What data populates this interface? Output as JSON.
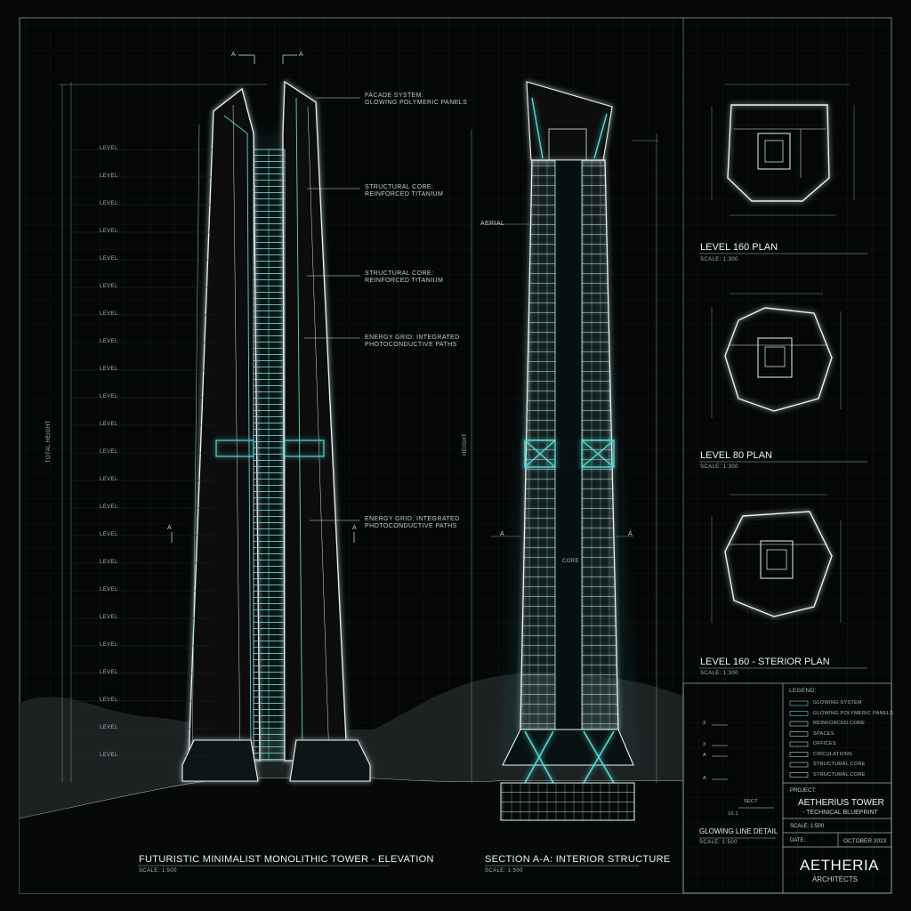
{
  "elevation": {
    "caption": "FUTURISTIC MINIMALIST MONOLITHIC TOWER - ELEVATION",
    "scale": "SCALE: 1:500",
    "section_mark": "A",
    "callouts": [
      {
        "line1": "FACADE SYSTEM:",
        "line2": "GLOWING POLYMERIC PANELS"
      },
      {
        "line1": "STRUCTURAL CORE:",
        "line2": "REINFORCED TITANIUM"
      },
      {
        "line1": "STRUCTURAL CORE:",
        "line2": "REINFORCED TITANIUM"
      },
      {
        "line1": "ENERGY GRID: INTEGRATED",
        "line2": "PHOTOCONDUCTIVE PATHS"
      },
      {
        "line1": "ENERGY GRID: INTEGRATED",
        "line2": "PHOTOCONDUCTIVE PATHS"
      }
    ],
    "dimension_label": "TOTAL HEIGHT",
    "level_label": "LEVEL"
  },
  "section": {
    "caption": "SECTION A-A: INTERIOR STRUCTURE",
    "scale": "SCALE: 1:500",
    "mark_left": "A",
    "mark_right": "A",
    "core_label": "CORE",
    "dimension_label": "HEIGHT",
    "spire_label": "AERIAL"
  },
  "plans": [
    {
      "title": "LEVEL 160 PLAN",
      "scale": "SCALE: 1:300"
    },
    {
      "title": "LEVEL 80 PLAN",
      "scale": "SCALE: 1:300"
    },
    {
      "title": "LEVEL 160 - STERIOR PLAN",
      "scale": "SCALE: 1:300"
    }
  ],
  "legend": {
    "title": "LEGEND:",
    "items": [
      "GLOWING SYSTEM",
      "GLOWING POLYMERIC PANELS",
      "REINFORCED CORE",
      "SPACES",
      "OFFICES",
      "CIRCULATIONS",
      "STRUCTURAL CORE",
      "STRUCTURAL CORE"
    ]
  },
  "detail": {
    "title": "GLOWING LINE DETAIL",
    "scale": "SCALE: 1:500",
    "callout": "SECT",
    "ref": "10.1",
    "marks": [
      "3",
      "3",
      "A",
      "A"
    ]
  },
  "title_block": {
    "project_label": "PROJECT:",
    "project_name": "AETHERIUS TOWER",
    "project_sub": "- TECHNICAL BLUEPRINT",
    "scale_label": "SCALE: 1:500",
    "date_label": "DATE:",
    "date_value": "OCTOBER 2023",
    "firm": "AETHERIA",
    "firm_sub": "ARCHITECTS"
  },
  "colors": {
    "background": "#050707",
    "line": "#e8f6f6",
    "glow": "#58d8d4",
    "grid": "#1a2425",
    "mountain": "#2b2f30"
  }
}
